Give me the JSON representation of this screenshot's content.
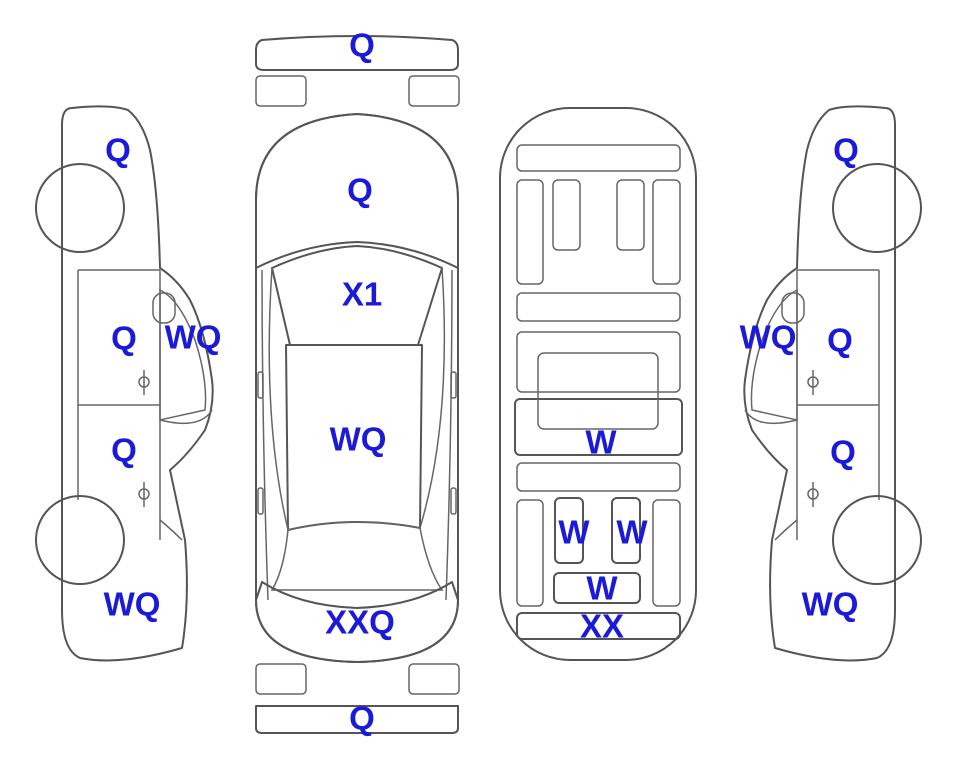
{
  "colors": {
    "damage_fill": "#F9A72B",
    "light_fill": "#E2F7FB",
    "label": "#1A1AD8",
    "outline": "#555555",
    "background": "#FFFFFF"
  },
  "diagram": {
    "top_view": {
      "front_bumper": "Q",
      "hood": "Q",
      "windshield": "X1",
      "roof": "WQ",
      "rear_window": "XXQ",
      "rear_bumper": "Q"
    },
    "left_side": {
      "front_fender": "Q",
      "mirror": "WQ",
      "front_door": "Q",
      "rear_door": "Q",
      "rear_quarter": "WQ"
    },
    "right_side": {
      "front_fender": "Q",
      "mirror": "WQ",
      "front_door": "Q",
      "rear_door": "Q",
      "rear_quarter": "WQ"
    },
    "underbody": {
      "center_panel": "W",
      "left_rear_panel": "W",
      "right_rear_panel": "W",
      "rear_cross_panel": "W",
      "rear_skirt": "XX"
    }
  }
}
